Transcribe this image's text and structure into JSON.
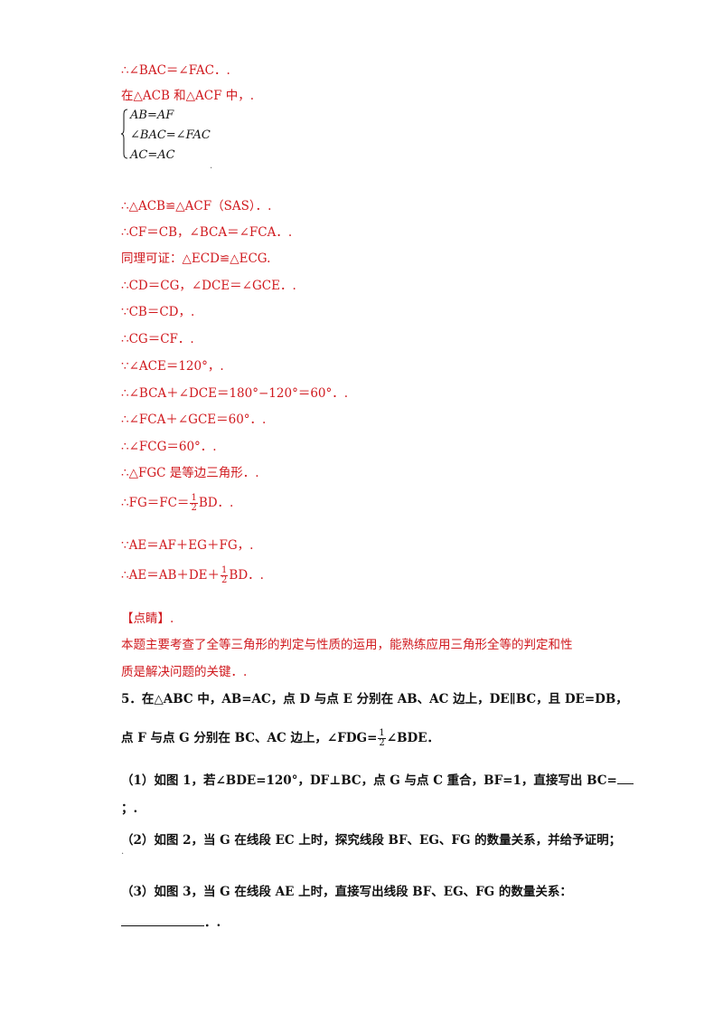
{
  "solution": {
    "l1": "∴∠BAC＝∠FAC．.",
    "l2": "在△ACB 和△ACF 中，.",
    "system": [
      "AB=AF",
      "∠BAC=∠FAC",
      "AC=AC"
    ],
    "l3": "∴△ACB≌△ACF（SAS）．.",
    "l4": "∴CF＝CB，∠BCA＝∠FCA．.",
    "l5": "同理可证：△ECD≌△ECG.",
    "l6": "∴CD＝CG，∠DCE＝∠GCE．.",
    "l7": "∵CB＝CD，.",
    "l8": "∴CG＝CF．.",
    "l9": "∵∠ACE＝120°，.",
    "l10": "∴∠BCA＋∠DCE＝180°−120°＝60°．.",
    "l11": "∴∠FCA＋∠GCE＝60°．.",
    "l12": "∴∠FCG＝60°．.",
    "l13": "∴△FGC 是等边三角形．.",
    "l14_pre": "∴FG＝FC＝",
    "l14_post": "BD．.",
    "l15": "∵AE＝AF＋EG＋FG，.",
    "l16_pre": "∴AE＝AB＋DE＋",
    "l16_post": "BD．.",
    "frac_num": "1",
    "frac_den": "2"
  },
  "comment": {
    "title": "【点睛】.",
    "body1": "本题主要考查了全等三角形的判定与性质的运用，能熟练应用三角形全等的判定和性",
    "body2": "质是解决问题的关键．."
  },
  "problem": {
    "q_line1": "5．在△ABC 中，AB=AC，点 D 与点 E 分别在 AB、AC 边上，DE∥BC，且 DE=DB，",
    "q_line2_pre": "点 F 与点 G 分别在 BC、AC 边上，∠FDG=",
    "q_line2_post": "∠BDE．",
    "part1": "（1）如图 1，若∠BDE=120°，DF⊥BC，点 G 与点 C 重合，BF=1，直接写出 BC=",
    "part1_end": "；.",
    "part2": "（2）如图 2，当 G 在线段 EC 上时，探究线段 BF、EG、FG 的数量关系，并给予证明；",
    "part3": "（3）如图 3，当 G 在线段 AE 上时，直接写出线段 BF、EG、FG 的数量关系：",
    "part3_end": "．."
  }
}
